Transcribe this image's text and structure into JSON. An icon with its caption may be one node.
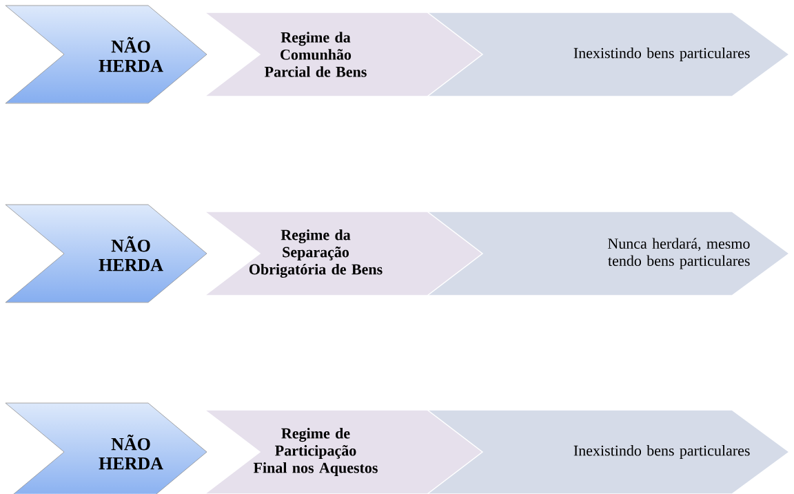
{
  "diagram": {
    "nodes": [
      {
        "text": [
          "NÃO HERDA"
        ]
      },
      {
        "text": [
          "Regime da Comunhão Parcial de Bens"
        ]
      },
      {
        "text": [
          "Inexistindo bens particulares"
        ]
      },
      {
        "text": [
          "NÃO HERDA"
        ]
      },
      {
        "text": [
          "Regime da Separação Obrigatória de Bens"
        ]
      },
      {
        "text": [
          "Nunca herdará, mesmo tendo bens particulares"
        ]
      },
      {
        "text": [
          "NÃO HERDA"
        ]
      },
      {
        "text": [
          "Regime de Participação Final nos Aquestos"
        ]
      },
      {
        "text": [
          "Inexistindo bens particulares"
        ]
      }
    ]
  }
}
